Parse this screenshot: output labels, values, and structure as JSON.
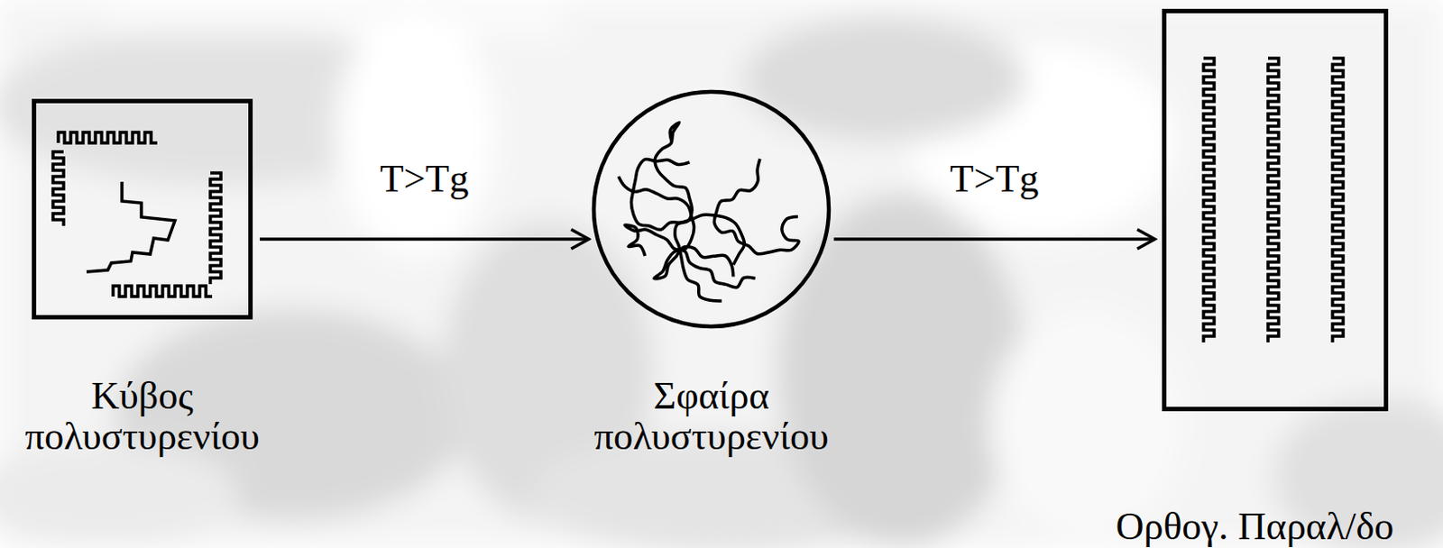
{
  "diagram": {
    "nodes": [
      {
        "text": [
          "Κύβος πολυστυρενίου"
        ]
      },
      {
        "text": [
          "Σφαίρα πολυστυρενίου"
        ]
      },
      {
        "text": [
          "Ορθογ. Παραλ/δο"
        ]
      }
    ],
    "edges": [
      {
        "from": 0,
        "to": 1,
        "arrow": "to",
        "label": "T>Tg"
      },
      {
        "from": 1,
        "to": 2,
        "arrow": "to",
        "label": "T>Tg"
      }
    ]
  }
}
